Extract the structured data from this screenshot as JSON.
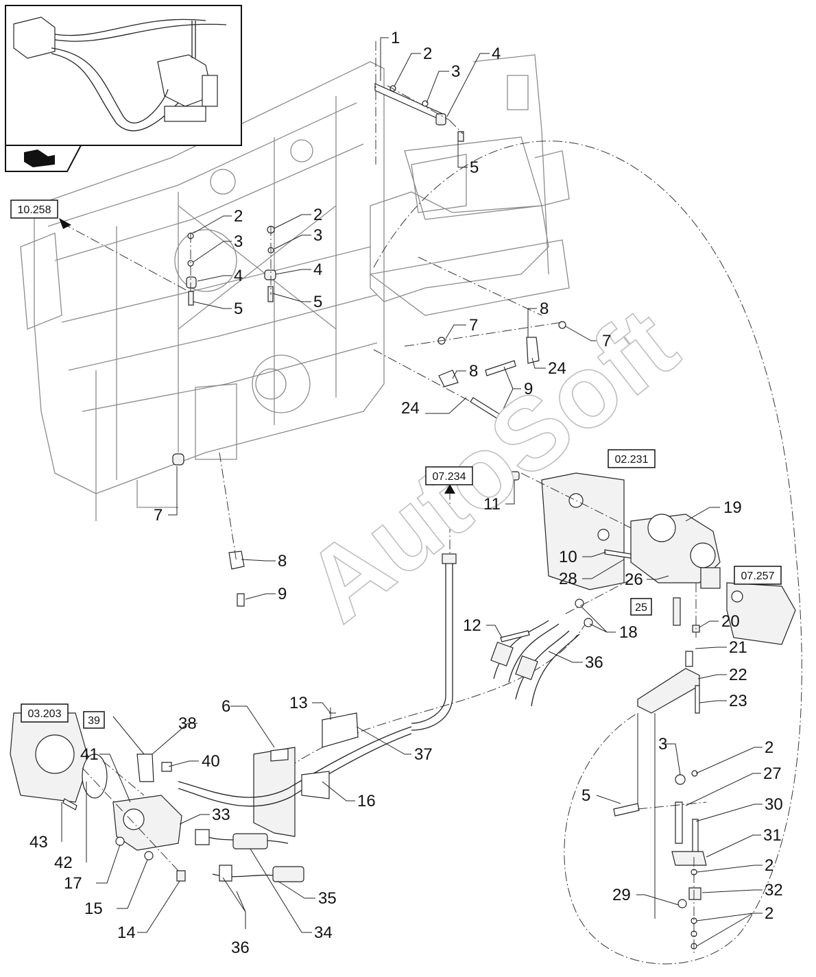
{
  "callouts": [
    {
      "id": "c1",
      "text": "1"
    },
    {
      "id": "c2a",
      "text": "2"
    },
    {
      "id": "c3a",
      "text": "3"
    },
    {
      "id": "c4a",
      "text": "4"
    },
    {
      "id": "c5a",
      "text": "5"
    },
    {
      "id": "c2b",
      "text": "2"
    },
    {
      "id": "c3b",
      "text": "3"
    },
    {
      "id": "c4b",
      "text": "4"
    },
    {
      "id": "c5b",
      "text": "5"
    },
    {
      "id": "c2c",
      "text": "2"
    },
    {
      "id": "c3c",
      "text": "3"
    },
    {
      "id": "c4c",
      "text": "4"
    },
    {
      "id": "c5c",
      "text": "5"
    },
    {
      "id": "c8a",
      "text": "8"
    },
    {
      "id": "c7a",
      "text": "7"
    },
    {
      "id": "c7b",
      "text": "7"
    },
    {
      "id": "c24a",
      "text": "24"
    },
    {
      "id": "c8b",
      "text": "8"
    },
    {
      "id": "c9a",
      "text": "9"
    },
    {
      "id": "c24b",
      "text": "24"
    },
    {
      "id": "c7c",
      "text": "7"
    },
    {
      "id": "c8c",
      "text": "8"
    },
    {
      "id": "c9b",
      "text": "9"
    },
    {
      "id": "c11",
      "text": "11"
    },
    {
      "id": "c19",
      "text": "19"
    },
    {
      "id": "c10",
      "text": "10"
    },
    {
      "id": "c28",
      "text": "28"
    },
    {
      "id": "c26",
      "text": "26"
    },
    {
      "id": "c12",
      "text": "12"
    },
    {
      "id": "c18",
      "text": "18"
    },
    {
      "id": "c20",
      "text": "20"
    },
    {
      "id": "c36a",
      "text": "36"
    },
    {
      "id": "c21",
      "text": "21"
    },
    {
      "id": "c22",
      "text": "22"
    },
    {
      "id": "c23",
      "text": "23"
    },
    {
      "id": "c13",
      "text": "13"
    },
    {
      "id": "c6",
      "text": "6"
    },
    {
      "id": "c38",
      "text": "38"
    },
    {
      "id": "c41",
      "text": "41"
    },
    {
      "id": "c40",
      "text": "40"
    },
    {
      "id": "c37",
      "text": "37"
    },
    {
      "id": "c16",
      "text": "16"
    },
    {
      "id": "c43",
      "text": "43"
    },
    {
      "id": "c42",
      "text": "42"
    },
    {
      "id": "c17",
      "text": "17"
    },
    {
      "id": "c15",
      "text": "15"
    },
    {
      "id": "c14",
      "text": "14"
    },
    {
      "id": "c33",
      "text": "33"
    },
    {
      "id": "c35",
      "text": "35"
    },
    {
      "id": "c36b",
      "text": "36"
    },
    {
      "id": "c34",
      "text": "34"
    },
    {
      "id": "c3d",
      "text": "3"
    },
    {
      "id": "c2d",
      "text": "2"
    },
    {
      "id": "c27",
      "text": "27"
    },
    {
      "id": "c5d",
      "text": "5"
    },
    {
      "id": "c30",
      "text": "30"
    },
    {
      "id": "c31",
      "text": "31"
    },
    {
      "id": "c2e",
      "text": "2"
    },
    {
      "id": "c29",
      "text": "29"
    },
    {
      "id": "c32",
      "text": "32"
    },
    {
      "id": "c2f",
      "text": "2"
    }
  ],
  "references": [
    {
      "id": "r10258",
      "text": "10.258"
    },
    {
      "id": "r07234",
      "text": "07.234"
    },
    {
      "id": "r02231",
      "text": "02.231"
    },
    {
      "id": "r07257",
      "text": "07.257"
    },
    {
      "id": "r25",
      "text": "25"
    },
    {
      "id": "r03203",
      "text": "03.203"
    },
    {
      "id": "r39",
      "text": "39"
    }
  ],
  "watermark": "AutoSoft",
  "icons": {
    "nav": "continue-arrow-icon"
  }
}
